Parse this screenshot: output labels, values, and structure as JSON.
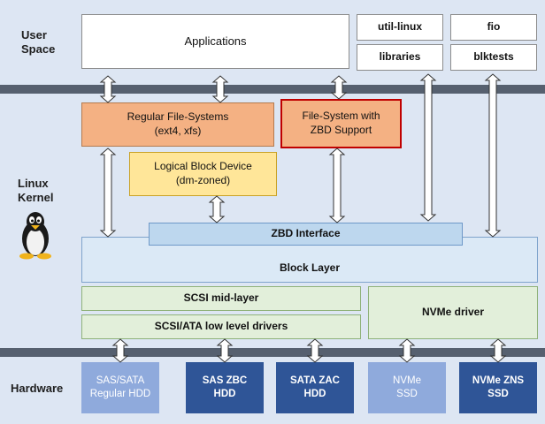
{
  "layers": {
    "user_space": "User\nSpace",
    "linux_kernel": "Linux\nKernel",
    "hardware": "Hardware"
  },
  "user_space": {
    "applications": "Applications",
    "util_linux": "util-linux",
    "fio": "fio",
    "libraries": "libraries",
    "blktests": "blktests"
  },
  "kernel": {
    "regular_fs": "Regular File-Systems\n(ext4, xfs)",
    "zbd_fs": "File-System with\nZBD Support",
    "logical_block_device": "Logical Block Device\n(dm-zoned)",
    "zbd_interface": "ZBD Interface",
    "block_layer": "Block Layer",
    "scsi_mid_layer": "SCSI mid-layer",
    "scsi_ata_drivers": "SCSI/ATA low level drivers",
    "nvme_driver": "NVMe driver"
  },
  "hardware": {
    "sas_sata_hdd": "SAS/SATA\nRegular HDD",
    "sas_zbc_hdd": "SAS ZBC\nHDD",
    "sata_zac_hdd": "SATA ZAC\nHDD",
    "nvme_ssd": "NVMe\nSSD",
    "nvme_zns_ssd": "NVMe ZNS\nSSD"
  },
  "icons": {
    "linux_mascot": "tux-penguin-icon"
  },
  "colors": {
    "band_bg": "#dde6f3",
    "separator": "#56606f",
    "fs_orange": "#f4b183",
    "ldev_yellow": "#ffe699",
    "zbd_blue": "#bdd7ee",
    "block_blue": "#dbe9f6",
    "driver_green": "#e2efda",
    "hw_light": "#8faadc",
    "hw_dark": "#2f5597",
    "highlight_red": "#c00000"
  }
}
